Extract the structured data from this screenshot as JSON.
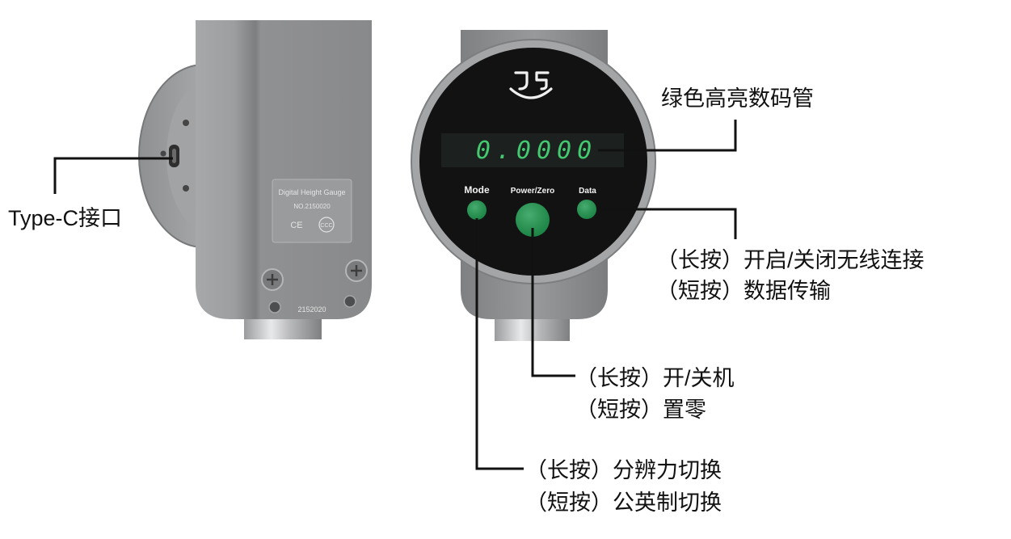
{
  "colors": {
    "button_green": "#1f9a50",
    "display_green": "#43c96f",
    "line": "#111111",
    "body_gray": "#8e8f91"
  },
  "left_device": {
    "plate": {
      "model": "Digital Height Gauge",
      "number": "NO.2150020",
      "ce_mark": "CE",
      "ccc_mark": "CCC"
    },
    "serial": "2152020"
  },
  "right_device": {
    "display_value": "0.0000",
    "buttons": {
      "mode": "Mode",
      "power_zero": "Power/Zero",
      "data": "Data"
    },
    "logo_icon": "brand-logo-icon"
  },
  "annotations": {
    "type_c": "Type-C接口",
    "display": "绿色高亮数码管",
    "data_button": {
      "long_press": "（长按）开启/关闭无线连接",
      "short_press": "（短按）数据传输"
    },
    "power_button": {
      "long_press": "（长按）开/关机",
      "short_press": "（短按）置零"
    },
    "mode_button": {
      "long_press": "（长按）分辨力切换",
      "short_press": "（短按）公英制切换"
    }
  }
}
